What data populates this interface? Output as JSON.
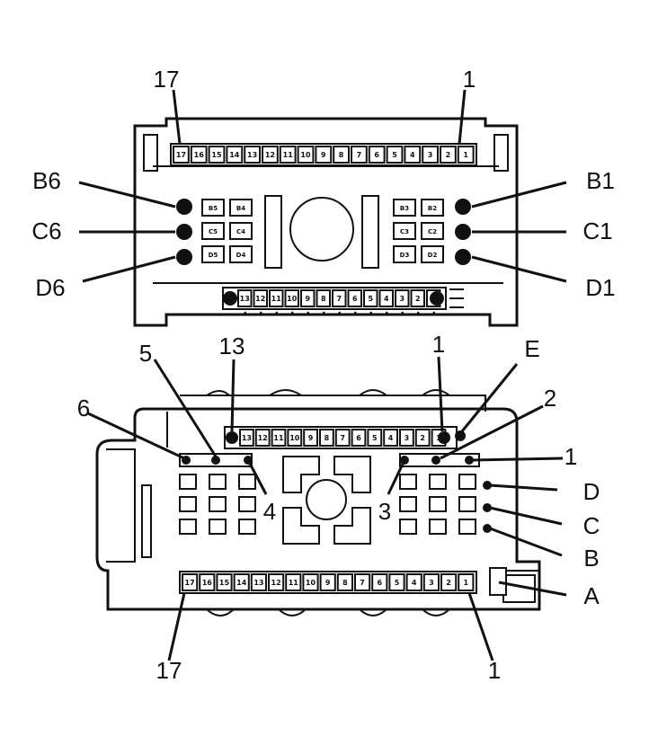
{
  "top_connector": {
    "pin_row_top": [
      "17",
      "16",
      "15",
      "14",
      "13",
      "12",
      "11",
      "10",
      "9",
      "8",
      "7",
      "6",
      "5",
      "4",
      "3",
      "2",
      "1"
    ],
    "pin_row_bottom": [
      "13",
      "12",
      "11",
      "10",
      "9",
      "8",
      "7",
      "6",
      "5",
      "4",
      "3",
      "2",
      "1"
    ],
    "left_cavities": [
      "B5",
      "C5",
      "D5",
      "B4",
      "C4",
      "D4"
    ],
    "right_cavities": [
      "B3",
      "C3",
      "D3",
      "B2",
      "C2",
      "D2"
    ],
    "callouts": {
      "top_left": "17",
      "top_right": "1",
      "b6": "B6",
      "c6": "C6",
      "d6": "D6",
      "b1": "B1",
      "c1": "C1",
      "d1": "D1"
    }
  },
  "bottom_connector": {
    "pin_row_top": [
      "13",
      "12",
      "11",
      "10",
      "9",
      "8",
      "7",
      "6",
      "5",
      "4",
      "3",
      "2",
      "1"
    ],
    "pin_row_bottom": [
      "17",
      "16",
      "15",
      "14",
      "13",
      "12",
      "11",
      "10",
      "9",
      "8",
      "7",
      "6",
      "5",
      "4",
      "3",
      "2",
      "1"
    ],
    "callouts": {
      "n13": "13",
      "n1_top": "1",
      "e": "E",
      "n5": "5",
      "n6": "6",
      "n2": "2",
      "n1_right": "1",
      "n4": "4",
      "n3": "3",
      "d": "D",
      "c": "C",
      "b": "B",
      "a": "A",
      "n17_bottom": "17",
      "n1_bottom": "1"
    }
  }
}
